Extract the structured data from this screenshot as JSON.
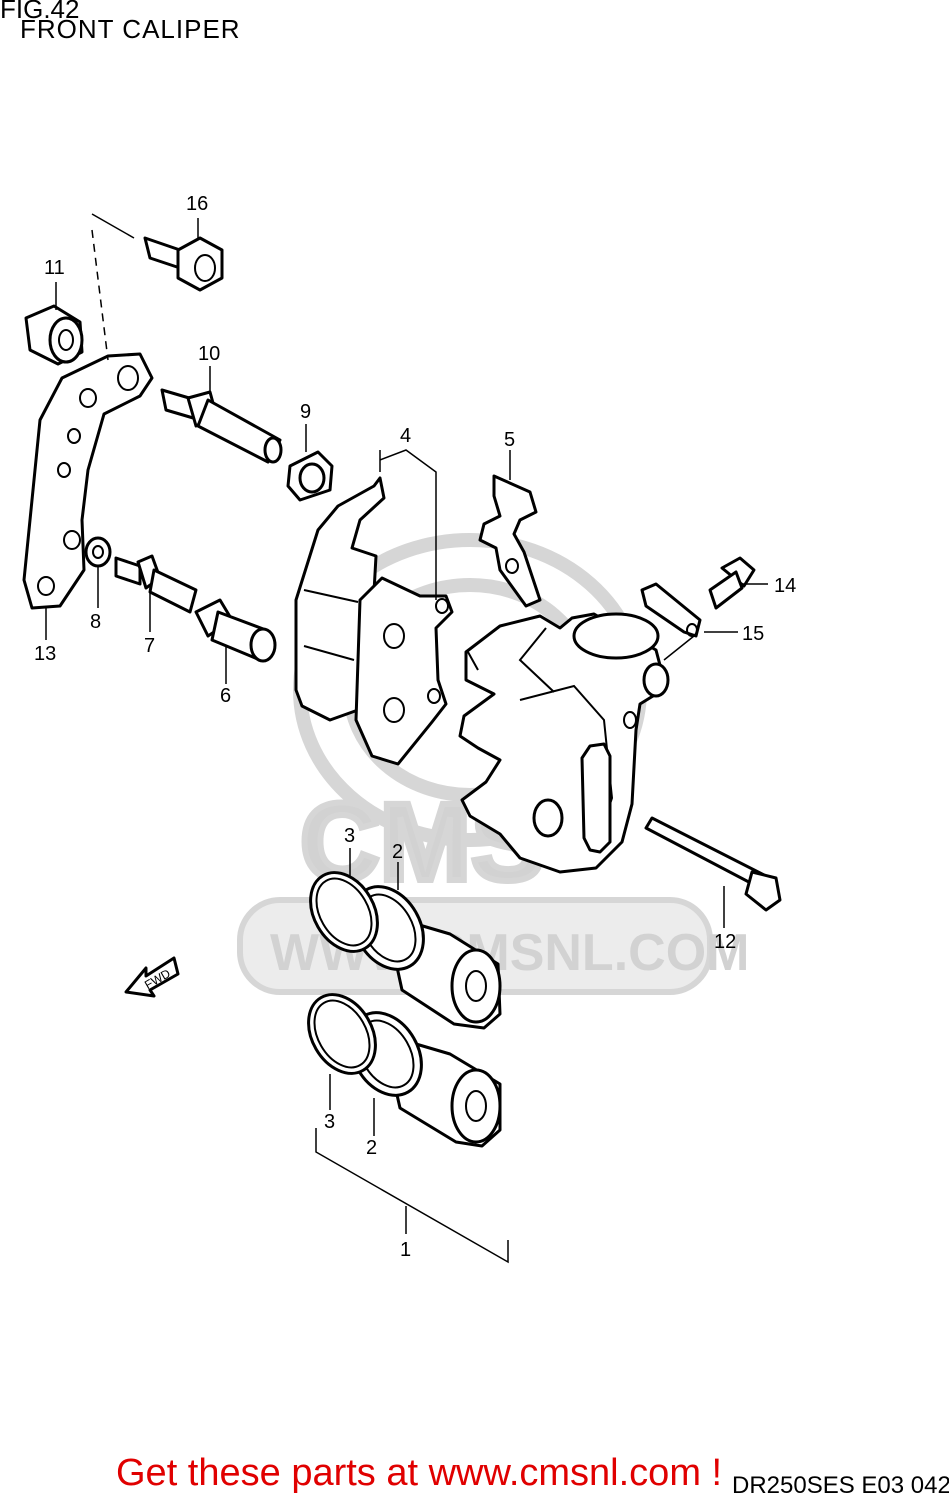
{
  "header": {
    "figure": "FIG.42",
    "title": "FRONT CALIPER"
  },
  "watermark": {
    "site": "WWW.CMSNL.COM",
    "logo": "CMS"
  },
  "fwd_label": "FWD",
  "parts": [
    {
      "ref": "1"
    },
    {
      "ref": "2"
    },
    {
      "ref": "2"
    },
    {
      "ref": "3"
    },
    {
      "ref": "3"
    },
    {
      "ref": "4"
    },
    {
      "ref": "5"
    },
    {
      "ref": "6"
    },
    {
      "ref": "7"
    },
    {
      "ref": "8"
    },
    {
      "ref": "9"
    },
    {
      "ref": "10"
    },
    {
      "ref": "11"
    },
    {
      "ref": "12"
    },
    {
      "ref": "13"
    },
    {
      "ref": "14"
    },
    {
      "ref": "15"
    },
    {
      "ref": "16"
    }
  ],
  "footer": {
    "promo": "Get these parts at www.cmsnl.com !",
    "code": "DR250SES E03  042"
  },
  "colors": {
    "promo": "#e00000",
    "watermark": "#d6d6d6",
    "line": "#000000"
  }
}
